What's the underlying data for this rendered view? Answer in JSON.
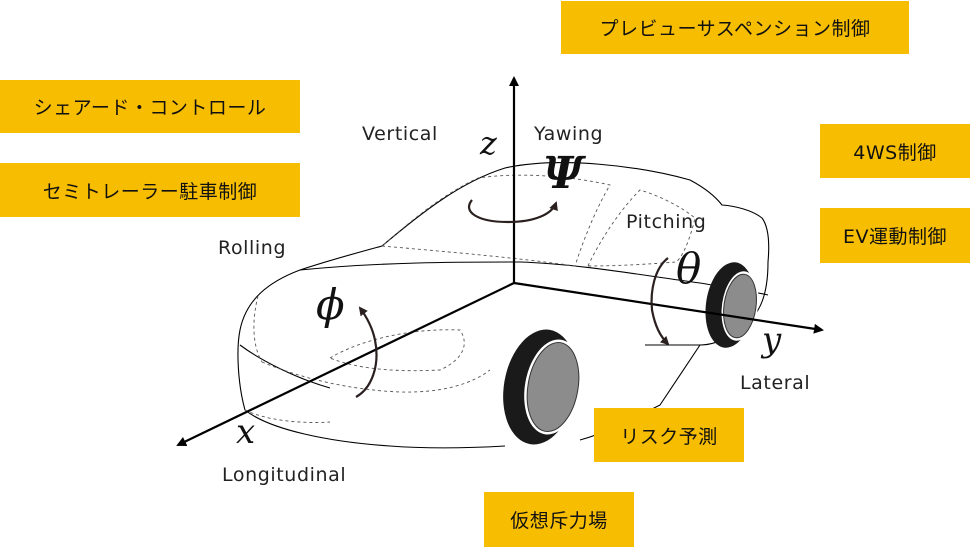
{
  "control_tags": {
    "preview_suspension": "プレビューサスペンション制御",
    "shade_control": "シェアード・コントロール",
    "semitrailer_parking": "セミトレーラー駐車制御",
    "four_ws": "4WS制御",
    "ev_motion": "EV運動制御",
    "risk_prediction": "リスク予測",
    "virtual_force_field": "仮想斥力場"
  },
  "motion_labels": {
    "vertical": "Vertical",
    "yawing": "Yawing",
    "pitching": "Pitching",
    "rolling": "Rolling",
    "lateral": "Lateral",
    "longitudinal": "Longitudinal"
  },
  "symbols": {
    "z_axis": "z",
    "x_axis": "x",
    "y_axis": "y",
    "yaw": "Ψ",
    "pitch": "θ",
    "roll": "ϕ"
  },
  "colors": {
    "tag_fill": "#f7bd00",
    "line": "#000000",
    "tire": "#1a1a1a",
    "wheel_rim": "#8c8c8c",
    "rotation_arrow": "#2b2020"
  }
}
